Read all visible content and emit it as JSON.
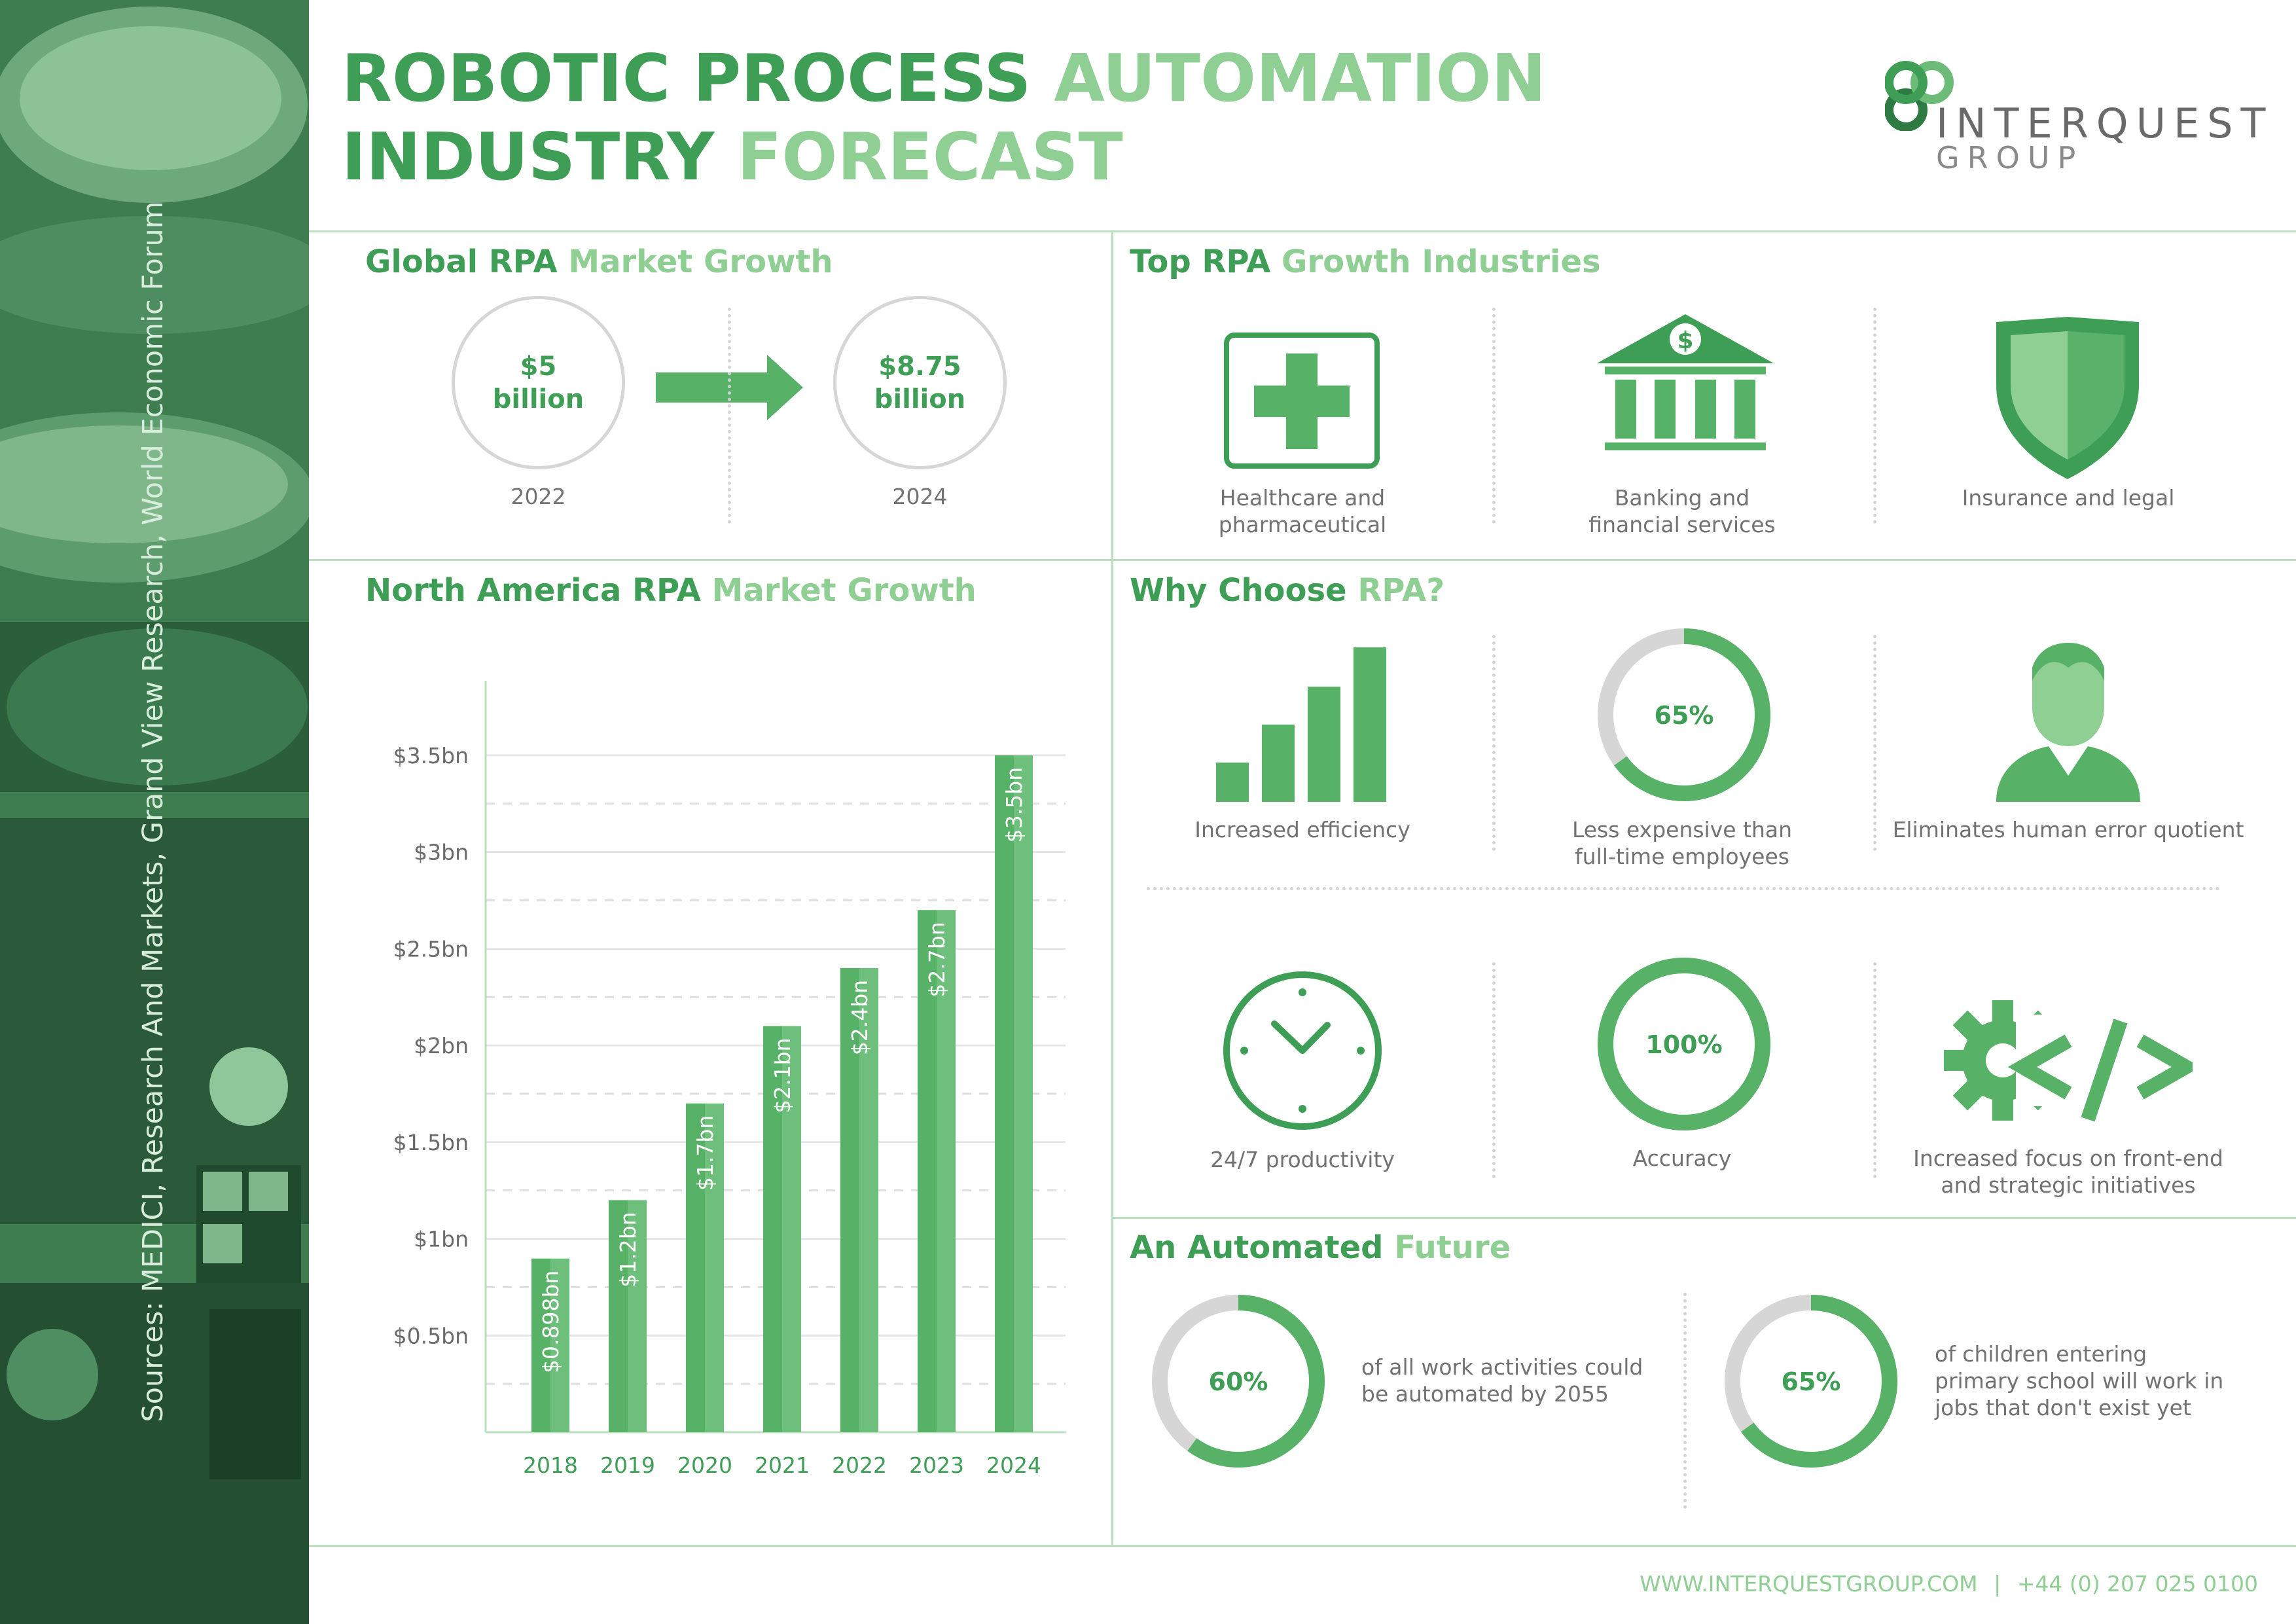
{
  "sidebar": {
    "sources": "Sources: MEDICI, Research And Markets, Grand View Research, World Economic Forum"
  },
  "header": {
    "title_line1_a": "ROBOTIC PROCESS ",
    "title_line1_b": "AUTOMATION",
    "title_line2_a": "INDUSTRY ",
    "title_line2_b": "FORECAST",
    "logo_line1": "INTERQUEST",
    "logo_line2": "GROUP"
  },
  "global_growth": {
    "title_a": "Global RPA ",
    "title_b": "Market Growth",
    "from_value": "$5",
    "from_unit": "billion",
    "from_year": "2022",
    "to_value": "$8.75",
    "to_unit": "billion",
    "to_year": "2024"
  },
  "industries": {
    "title_a": "Top RPA ",
    "title_b": "Growth Industries",
    "items": [
      {
        "icon": "medical-cross-icon",
        "line1": "Healthcare and",
        "line2": "pharmaceutical"
      },
      {
        "icon": "bank-icon",
        "line1": "Banking and",
        "line2": "financial services"
      },
      {
        "icon": "shield-icon",
        "line1": "Insurance and legal",
        "line2": ""
      }
    ]
  },
  "north_america": {
    "title_a": "North America RPA ",
    "title_b": "Market Growth"
  },
  "chart_data": {
    "type": "bar",
    "title": "North America RPA Market Growth",
    "categories": [
      "2018",
      "2019",
      "2020",
      "2021",
      "2022",
      "2023",
      "2024"
    ],
    "values": [
      0.898,
      1.2,
      1.7,
      2.1,
      2.4,
      2.7,
      3.5
    ],
    "value_labels": [
      "$0.898bn",
      "$1.2bn",
      "$1.7bn",
      "$2.1bn",
      "$2.4bn",
      "$2.7bn",
      "$3.5bn"
    ],
    "yticks": [
      0.5,
      1,
      1.5,
      2,
      2.5,
      3,
      3.5
    ],
    "ytick_labels": [
      "$0.5bn",
      "$1bn",
      "$1.5bn",
      "$2bn",
      "$2.5bn",
      "$3bn",
      "$3.5bn"
    ],
    "ylim": [
      0,
      3.75
    ],
    "grid": true,
    "colors": {
      "bar": "#57b166",
      "bar_light": "#6ebf7b"
    }
  },
  "why": {
    "title_a": "Why Choose ",
    "title_b": "RPA?",
    "items": [
      {
        "icon": "bar-chart-icon",
        "line1": "Increased efficiency",
        "line2": ""
      },
      {
        "icon": "donut-icon",
        "percent": "65%",
        "fraction": 0.65,
        "line1": "Less expensive than",
        "line2": "full-time employees"
      },
      {
        "icon": "person-icon",
        "line1": "Eliminates human error quotient",
        "line2": ""
      },
      {
        "icon": "clock-icon",
        "line1": "24/7 productivity",
        "line2": ""
      },
      {
        "icon": "donut-icon",
        "percent": "100%",
        "fraction": 1.0,
        "line1": "Accuracy",
        "line2": ""
      },
      {
        "icon": "gear-code-icon",
        "line1": "Increased focus on front-end",
        "line2": "and strategic initiatives"
      }
    ]
  },
  "future": {
    "title_a": "An Automated ",
    "title_b": "Future",
    "items": [
      {
        "percent": "60%",
        "fraction": 0.6,
        "line1": "of all work activities could",
        "line2": "be automated by 2055",
        "line3": ""
      },
      {
        "percent": "65%",
        "fraction": 0.65,
        "line1": "of children entering",
        "line2": "primary school will work in",
        "line3": "jobs that don't exist yet"
      }
    ]
  },
  "footer": {
    "website": "WWW.INTERQUESTGROUP.COM",
    "separator": "|",
    "phone": "+44 (0) 207 025 0100"
  },
  "colors": {
    "green": "#3f9e55",
    "light_green": "#8fcf94",
    "grey_ring": "#d6d6d6"
  }
}
